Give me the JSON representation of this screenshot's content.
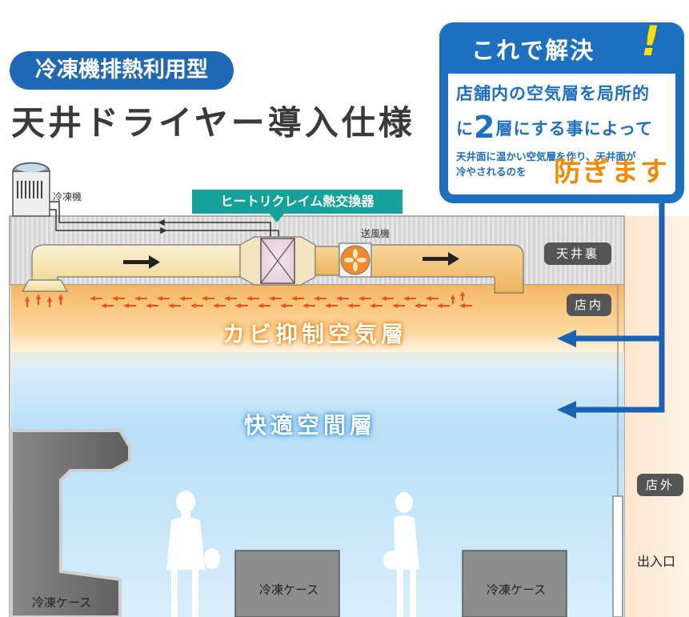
{
  "header": {
    "category_label": "冷凍機排熱利用型",
    "title": "天井ドライヤー導入仕様"
  },
  "callout": {
    "title": "これで解決",
    "exclamation": "!",
    "line1": "店舗内の空気層を局所的",
    "line2_prefix": "に",
    "line2_number": "2",
    "line2_suffix": "層にする事によって",
    "line3": "天井面に温かい空気層を作り、天井面が",
    "line4": "冷やされるのを",
    "emphasis": "防ぎます"
  },
  "equipment": {
    "refrigerator_unit": "冷凍機",
    "heat_exchanger": "ヒートリクレイム熱交換器",
    "blower": "送風機"
  },
  "zones": {
    "ceiling_space": "天井裏",
    "store_inside": "店内",
    "store_outside": "店外",
    "mold_layer": "カビ抑制空気層",
    "comfort_layer": "快適空間層",
    "entrance": "出入口"
  },
  "cases": {
    "left": "冷凍ケース",
    "middle": "冷凍ケース",
    "right": "冷凍ケース"
  },
  "colors": {
    "accent_blue": "#1d6fc0",
    "teal": "#14a29b",
    "emphasis_orange": "#f08a00",
    "duct": "#f7e3b0",
    "warm_layer": "#f7b24d",
    "cool_layer": "#bfe2f8"
  }
}
